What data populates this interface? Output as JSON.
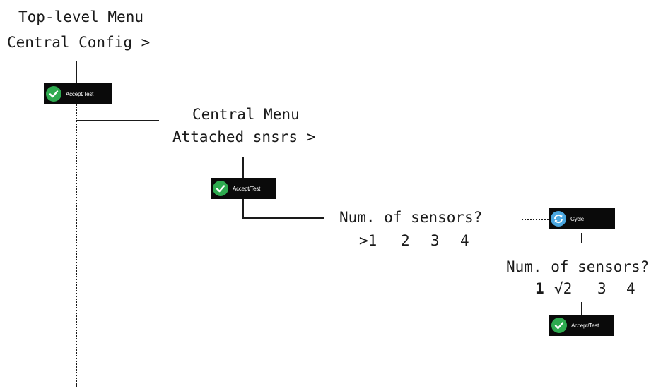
{
  "top_menu": {
    "title": "Top-level Menu",
    "item": "Central Config >"
  },
  "central_menu": {
    "title": "Central Menu",
    "item": "Attached snsrs >"
  },
  "prompt_1": {
    "question": "Num. of sensors?",
    "options": [
      ">1",
      "2",
      "3",
      "4"
    ]
  },
  "prompt_2": {
    "question": "Num. of sensors?",
    "options": [
      "1",
      "√2",
      "3",
      "4"
    ]
  },
  "buttons": {
    "accept_label": "Accept/Test",
    "cycle_label": "Cycle",
    "accept_icon": "checkmark-icon",
    "cycle_icon": "cycle-arrows-icon"
  },
  "colors": {
    "accept_green": "#2eaa4f",
    "cycle_blue": "#4aa7e0",
    "button_bg": "#0a0a0a"
  }
}
